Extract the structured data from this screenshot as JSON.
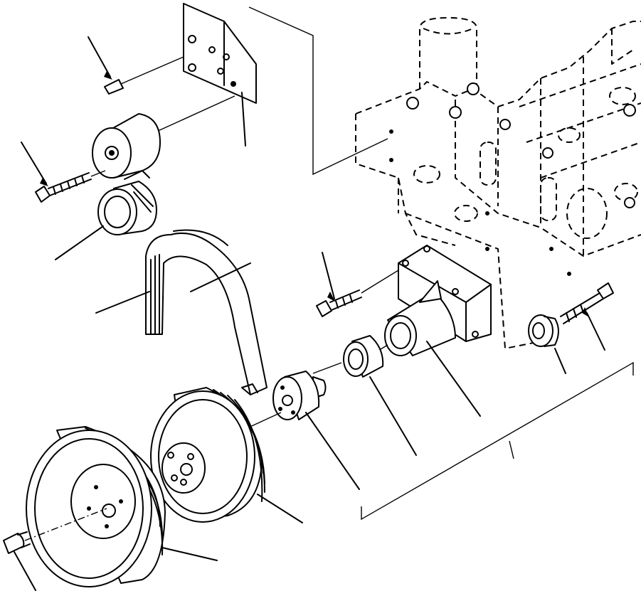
{
  "colors": {
    "ink": "#000000",
    "paper": "#ffffff"
  },
  "parts": [
    "bracket",
    "bracket-bolt",
    "tensioner-pulley",
    "tensioner-bolt",
    "idler-pulley",
    "drive-belt",
    "crankshaft-pulley",
    "drive-pulley",
    "pulley-hub",
    "bearing-spacer",
    "pump-housing",
    "housing-bolt",
    "washer",
    "mounting-bolt",
    "capscrew",
    "engine-block"
  ]
}
